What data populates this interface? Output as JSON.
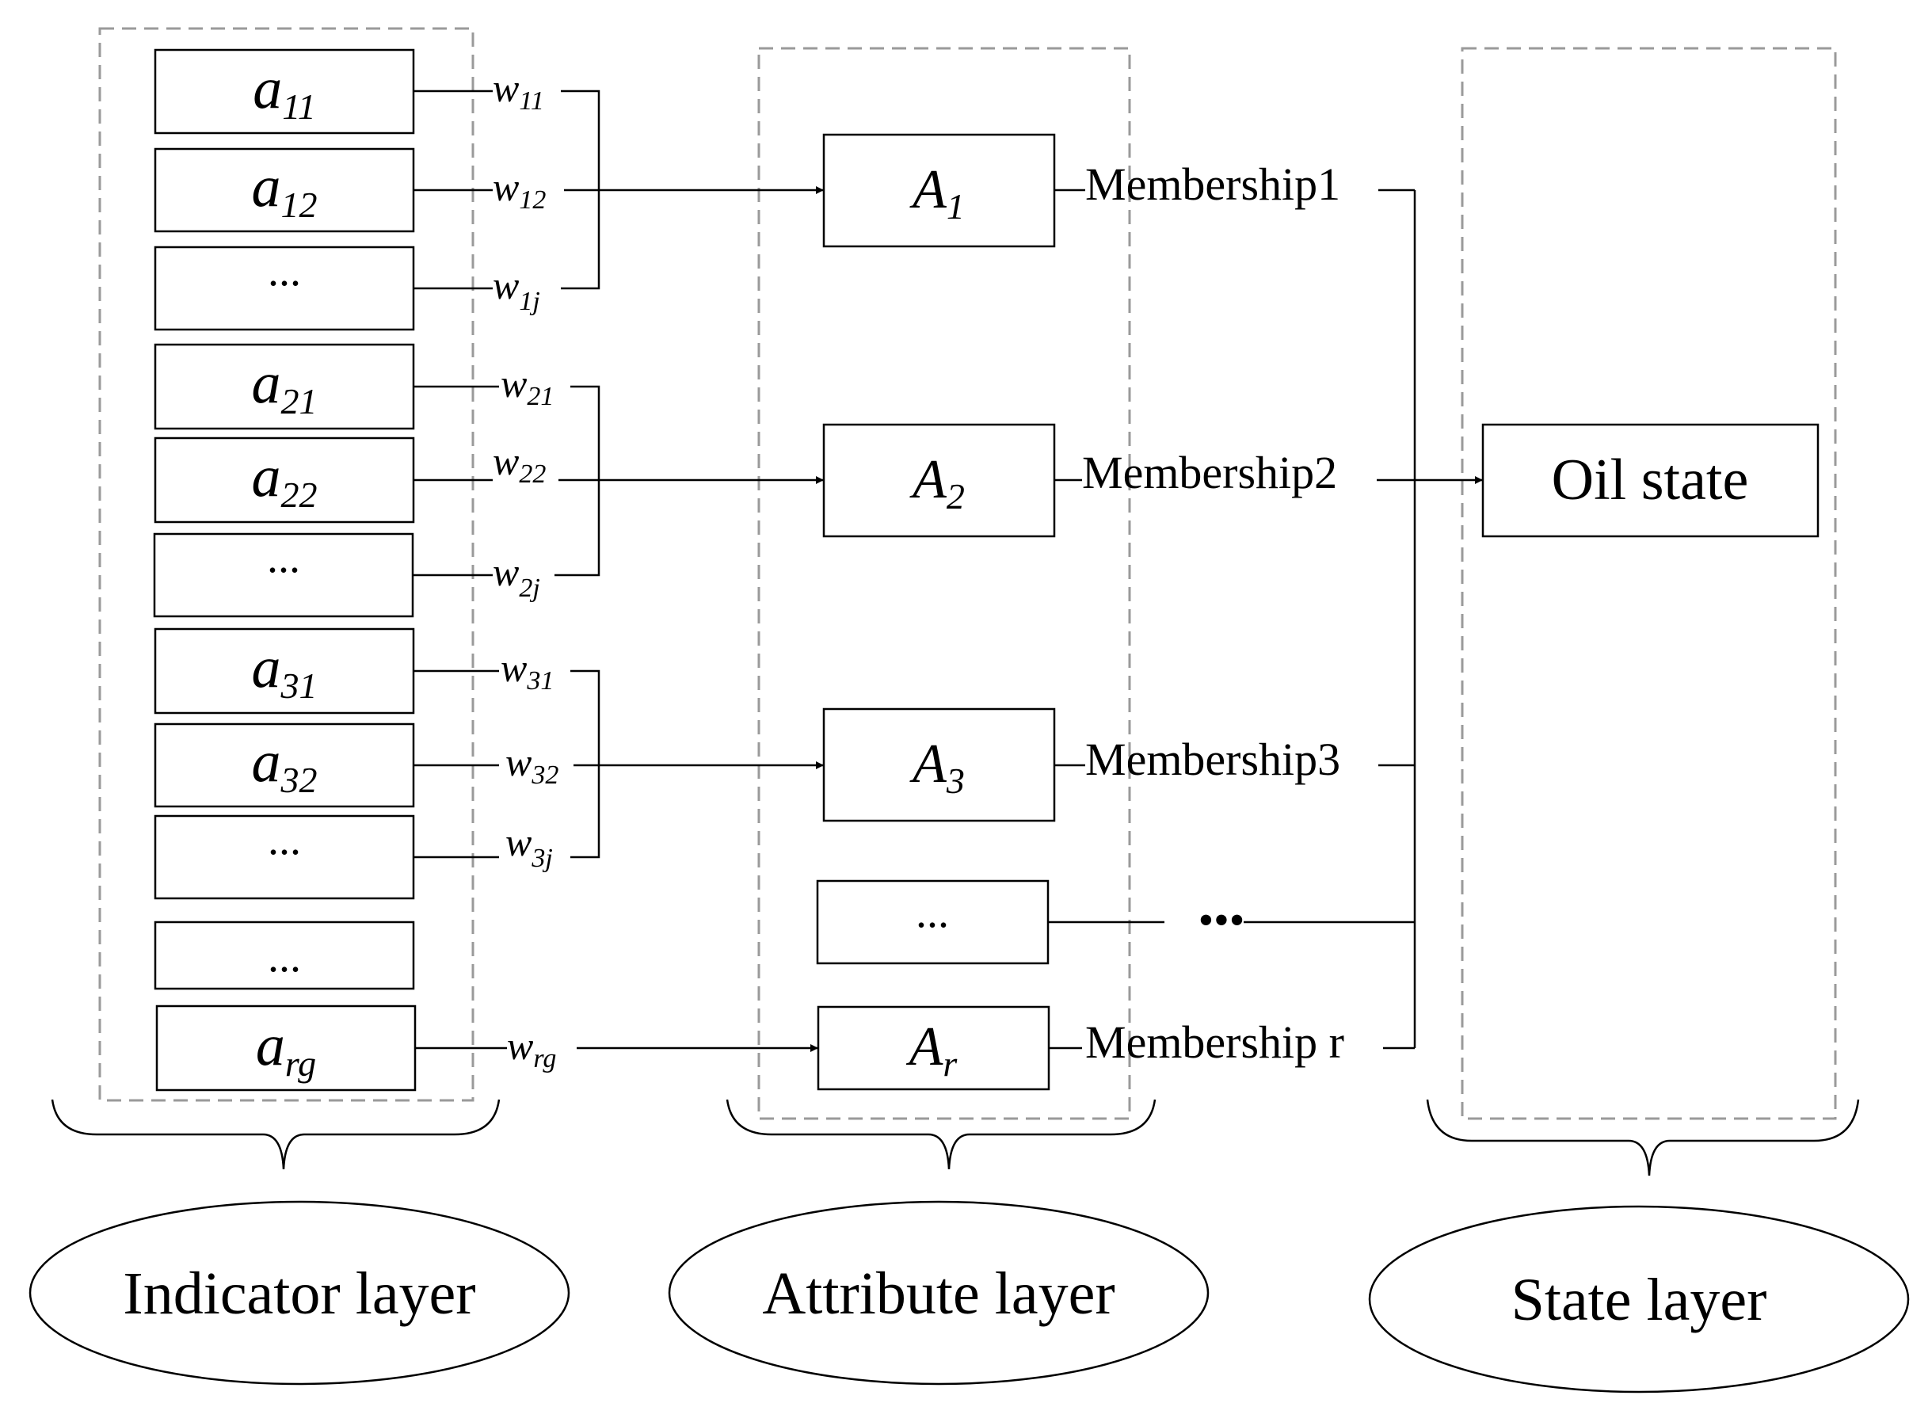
{
  "indicators": [
    {
      "base": "a",
      "sub": "11"
    },
    {
      "base": "a",
      "sub": "12"
    },
    {
      "text": "..."
    },
    {
      "base": "a",
      "sub": "21"
    },
    {
      "base": "a",
      "sub": "22"
    },
    {
      "text": "..."
    },
    {
      "base": "a",
      "sub": "31"
    },
    {
      "base": "a",
      "sub": "32"
    },
    {
      "text": "..."
    },
    {
      "text": "..."
    },
    {
      "base": "a",
      "sub": "rg"
    }
  ],
  "weights": [
    {
      "base": "w",
      "sub": "11"
    },
    {
      "base": "w",
      "sub": "12"
    },
    {
      "base": "w",
      "sub": "1j"
    },
    {
      "base": "w",
      "sub": "21"
    },
    {
      "base": "w",
      "sub": "22"
    },
    {
      "base": "w",
      "sub": "2j"
    },
    {
      "base": "w",
      "sub": "31"
    },
    {
      "base": "w",
      "sub": "32"
    },
    {
      "base": "w",
      "sub": "3j"
    },
    {
      "base": "w",
      "sub": "rg"
    }
  ],
  "attributes": [
    {
      "base": "A",
      "sub": "1"
    },
    {
      "base": "A",
      "sub": "2"
    },
    {
      "base": "A",
      "sub": "3"
    },
    {
      "text": "..."
    },
    {
      "base": "A",
      "sub": "r"
    }
  ],
  "memberships": [
    "Membership1",
    "Membership2",
    "Membership3",
    "•••",
    "Membership r"
  ],
  "state_node": "Oil state",
  "layers": [
    "Indicator layer",
    "Attribute layer",
    "State layer"
  ]
}
